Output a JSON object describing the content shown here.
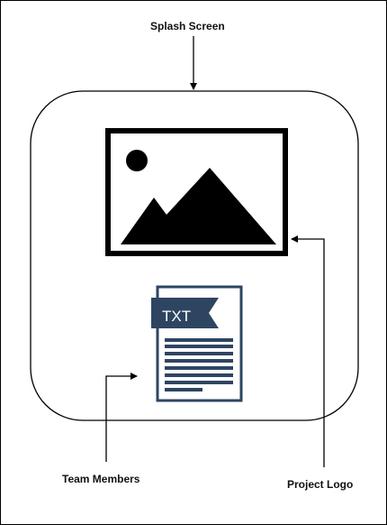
{
  "labels": {
    "splash_screen": "Splash Screen",
    "team_members": "Team Members",
    "project_logo": "Project Logo"
  },
  "document_icon": {
    "badge_text": "TXT"
  },
  "colors": {
    "stroke": "#000000",
    "doc_navy": "#2e4562"
  },
  "icons": {
    "logo_placeholder": "image-icon",
    "team_file": "txt-file-icon"
  }
}
